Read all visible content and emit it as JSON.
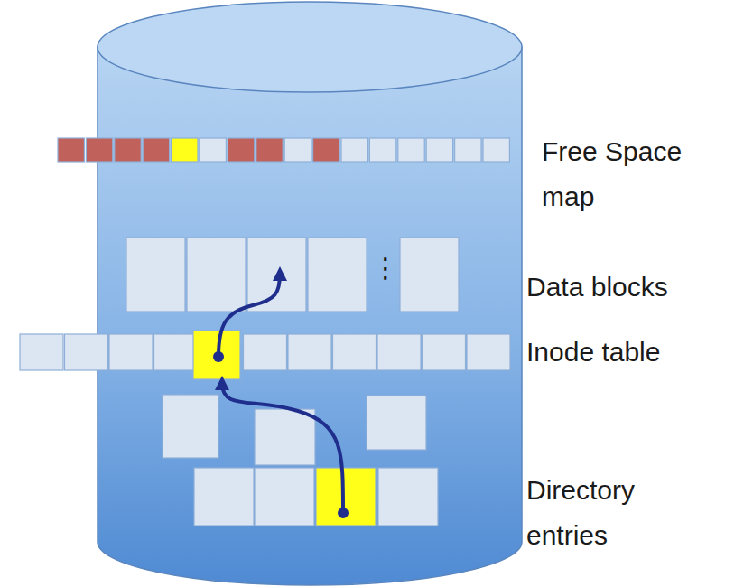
{
  "diagram": {
    "labels": [
      "Free Space map",
      "Data blocks",
      "Inode table",
      "Directory entries",
      "⋮"
    ]
  }
}
